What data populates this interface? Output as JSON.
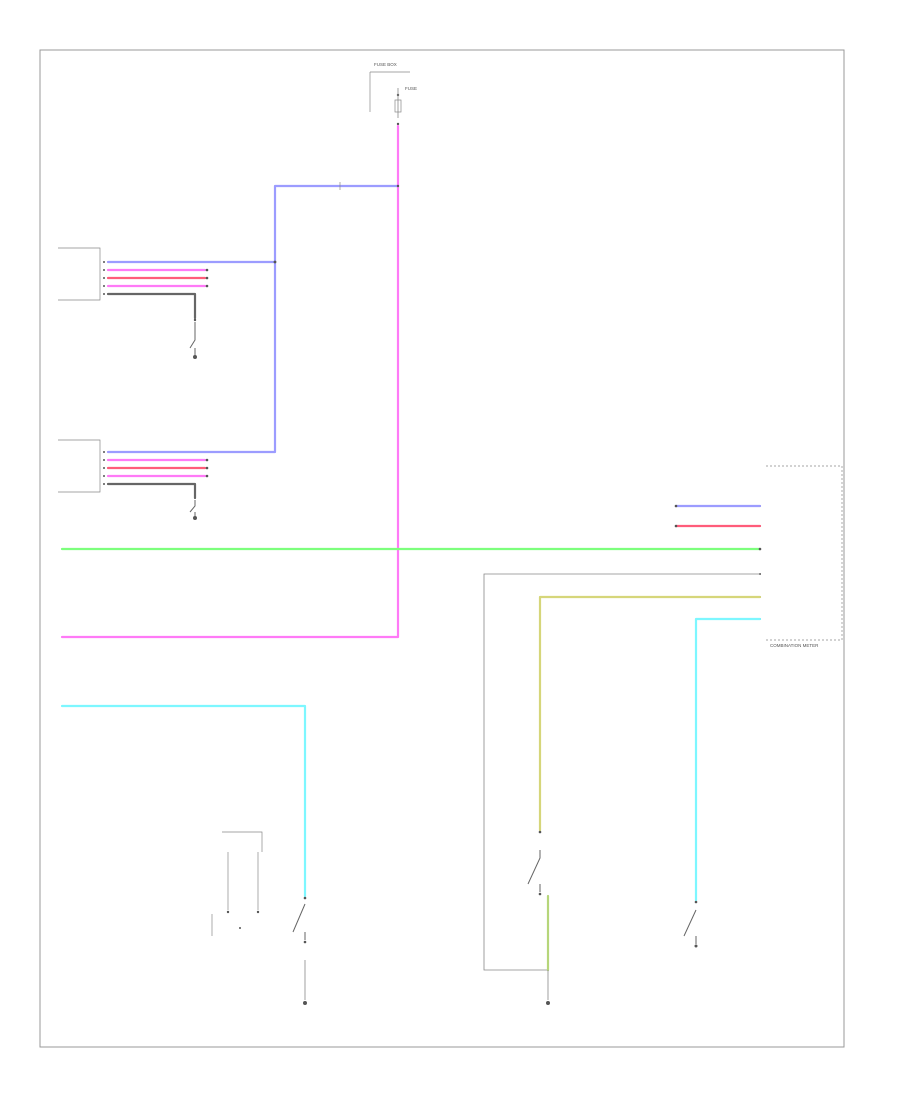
{
  "colors": {
    "pink": "#ff7af7",
    "blue": "#9c9cff",
    "red": "#ff5c7a",
    "green": "#7dff7d",
    "cyan": "#7df7ff",
    "yellow": "#d6d67a",
    "black": "#666666",
    "frame": "#999999"
  },
  "labels": {
    "top_fuse_box": "FUSE BOX",
    "top_fuse_desc": "FUSE",
    "combo_meter": "COMBINATION METER",
    "footer_code": ""
  }
}
